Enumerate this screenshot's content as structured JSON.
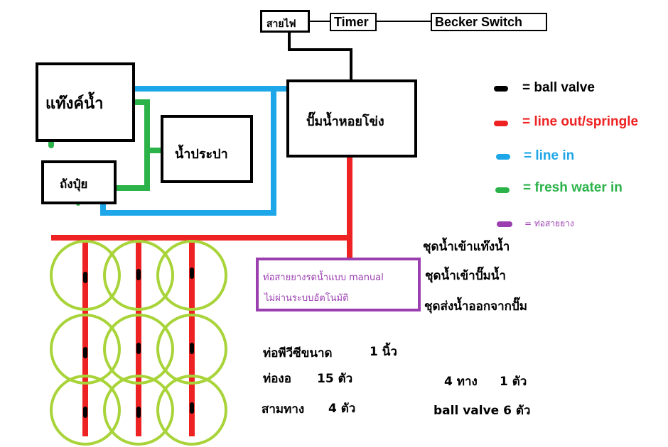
{
  "top_bar": {
    "power_label": "สายไฟ",
    "timer_label": "Timer",
    "breaker_label": "Becker Switch"
  },
  "boxes": {
    "tank": "แท๊งค์น้ำ",
    "tap_water": "น้ำประปา",
    "fertilizer": "ถังปุ๋ย",
    "pump": "ปั๊มน้ำหอยโข่ง"
  },
  "legend": [
    {
      "label": "= ball valve",
      "color": "#000000"
    },
    {
      "label": "= line out/springle",
      "color": "#ee2222"
    },
    {
      "label": "= line in",
      "color": "#1ea7e8"
    },
    {
      "label": "= fresh water in",
      "color": "#2bb34a"
    },
    {
      "label": "= ท่อสายยาง",
      "color": "#9b3fb0"
    }
  ],
  "manual_hose": {
    "line1": "ท่อสายยางรดน้ำแบบ manual",
    "line2": "ไม่ผ่านระบบอัตโนมัติ"
  },
  "sets": [
    "ชุดน้ำเข้าแท๊งน้ำ",
    "ชุดน้ำเข้าปั๊มน้ำ",
    "ชุดส่งน้ำออกจากปั๊ม"
  ],
  "materials": {
    "pvc_label": "ท่อพีวีซีขนาด",
    "pvc_value": "1 นิ้ว",
    "elbow_label": "ท่องอ",
    "elbow_value": "15 ตัว",
    "tee_label": "สามทาง",
    "tee_value": "4 ตัว",
    "cross_label": "4 ทาง",
    "cross_value": "1 ตัว",
    "valve_label": "ball valve 6 ตัว"
  },
  "colors": {
    "red": "#ee2222",
    "blue": "#1ea7e8",
    "green": "#2bb34a",
    "purple": "#9b3fb0",
    "sprinkler": "#a8d43a"
  }
}
